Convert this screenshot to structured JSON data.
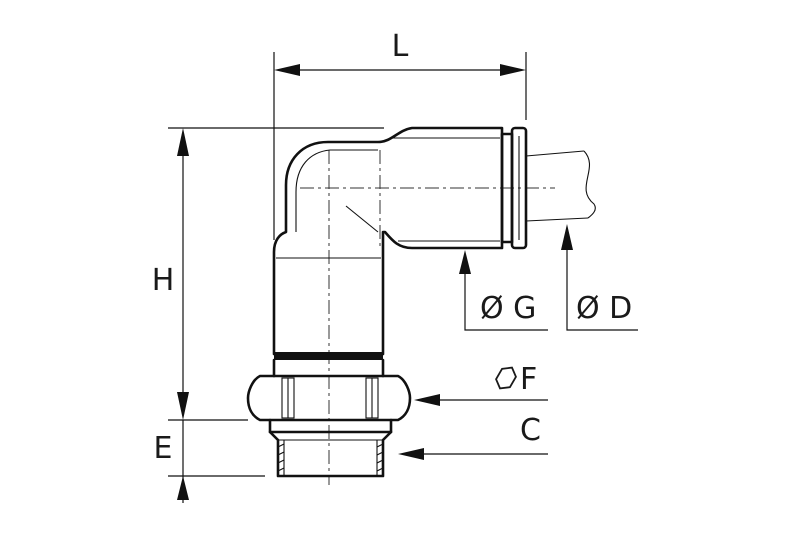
{
  "labels": {
    "L": "L",
    "H": "H",
    "E": "E",
    "G": "Ø G",
    "D": "Ø D",
    "F": "F",
    "C": "C"
  },
  "icons": {
    "hex": "hexagon-icon"
  }
}
